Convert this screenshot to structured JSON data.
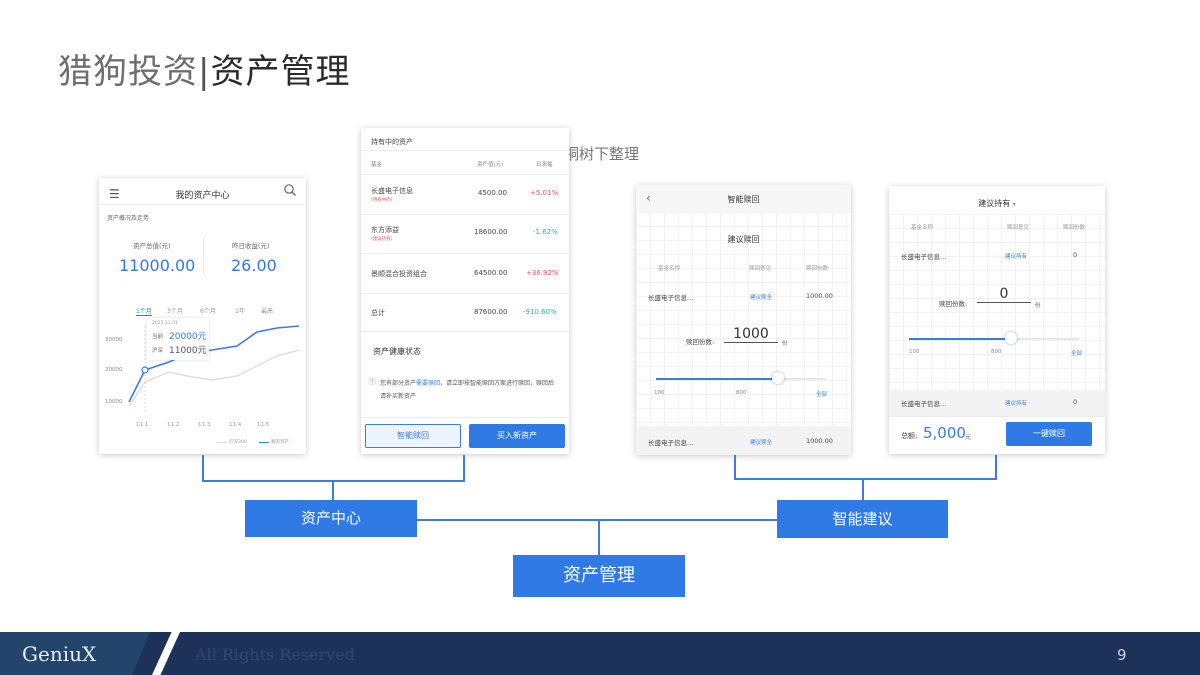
{
  "title": {
    "part1": "猎狗投资",
    "separator": "|",
    "part2": "资产管理"
  },
  "watermark": "梧桐树下整理",
  "phone1": {
    "header": "我的资产中心",
    "section": "资产概况及走势",
    "total_label": "资产总值(元)",
    "total_value": "11000.00",
    "yesterday_label": "昨日收益(元)",
    "yesterday_value": "26.00",
    "periods": [
      "1个月",
      "3个月",
      "6个月",
      "1年",
      "最高"
    ],
    "y_ticks": [
      "30000",
      "20000",
      "10000"
    ],
    "x_ticks": [
      "11.1",
      "11.2",
      "11.3",
      "11.4",
      "11.5"
    ],
    "tooltip": {
      "date": "2015.11.01",
      "line1_label": "当前",
      "line1_value": "20000元",
      "line2_label": "沪深",
      "line2_value": "11000元"
    },
    "legend": [
      "沪深300",
      "我的资产"
    ]
  },
  "phone2": {
    "header": "持有中的资产",
    "columns": [
      "基金",
      "资产值(元)",
      "日涨幅"
    ],
    "rows": [
      {
        "name": "长盛电子信息",
        "sub": "(持有中的)",
        "value": "4500.00",
        "change": "+5.01%",
        "tone": "red"
      },
      {
        "name": "东方添益",
        "sub": "(建议持有)",
        "value": "18600.00",
        "change": "-1.62%",
        "tone": "green"
      },
      {
        "name": "景顺混合投资组合",
        "sub": "",
        "value": "64500.00",
        "change": "+36.92%",
        "tone": "red"
      },
      {
        "name": "总计",
        "sub": "",
        "value": "87600.00",
        "change": "-910.60%",
        "tone": "green"
      }
    ],
    "health_title": "资产健康状态",
    "health_text_a": "您有部分资产",
    "health_link": "需要赎回",
    "health_text_b": "，请立即按智能赎回方案进行赎回，赎回后请补买新资产",
    "btn_redeem": "智能赎回",
    "btn_buy": "买入新资产"
  },
  "phone3": {
    "header": "智能赎回",
    "section": "建议赎回",
    "columns": [
      "基金名称",
      "赎回意见",
      "赎回份数"
    ],
    "row": {
      "name": "长盛电子信息...",
      "advice": "建议赎全",
      "value": "1000.00"
    },
    "redeem_label": "赎回份数:",
    "redeem_value": "1000",
    "redeem_unit": "份",
    "slider_min": "100",
    "slider_mid": "800",
    "slider_all": "全部",
    "slider_fraction": 0.72,
    "bottom_row": {
      "name": "长盛电子信息...",
      "advice": "建议赎全",
      "value": "1000.00"
    }
  },
  "phone4": {
    "header": "建议持有",
    "header_chevron": "▾",
    "columns": [
      "基金名称",
      "赎回意见",
      "赎回份数"
    ],
    "row1": {
      "name": "长盛电子信息...",
      "advice": "建议持有",
      "value": "0"
    },
    "redeem_label": "赎回份数:",
    "redeem_value": "0",
    "redeem_unit": "份",
    "slider_min": "100",
    "slider_mid": "800",
    "slider_all": "全部",
    "slider_fraction": 0.6,
    "row2": {
      "name": "长盛电子信息...",
      "advice": "建议持有",
      "value": "0"
    },
    "total_label": "总额:",
    "total_value": "5,000",
    "total_unit": "元",
    "btn": "一键赎回"
  },
  "boxes": {
    "asset_center": "资产中心",
    "smart_advice": "智能建议",
    "asset_mgmt": "资产管理"
  },
  "footer": {
    "logo": "GeniuX",
    "copyright": "All Rights Reserved",
    "page": "9"
  },
  "colors": {
    "accent": "#2f7ae5",
    "footer": "#1d3159",
    "up": "#e8554e",
    "down": "#3aa7a0"
  }
}
